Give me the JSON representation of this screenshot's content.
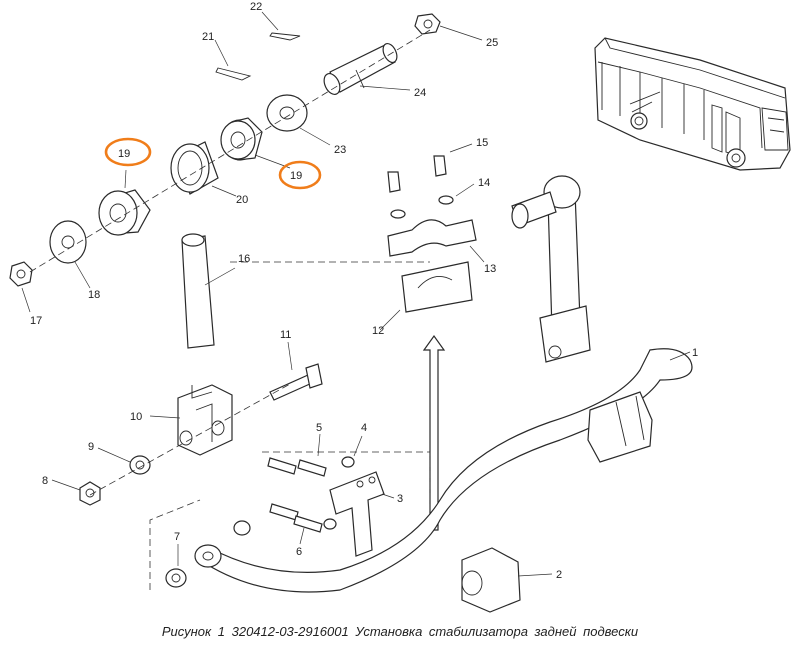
{
  "callouts": {
    "p1": "1",
    "p2": "2",
    "p3": "3",
    "p4": "4",
    "p5": "5",
    "p6": "6",
    "p7": "7",
    "p8": "8",
    "p9": "9",
    "p10": "10",
    "p11": "11",
    "p12": "12",
    "p13": "13",
    "p14": "14",
    "p15": "15",
    "p16": "16",
    "p17": "17",
    "p18": "18",
    "p19a": "19",
    "p19b": "19",
    "p20": "20",
    "p21": "21",
    "p22": "22",
    "p23": "23",
    "p24": "24",
    "p25": "25"
  },
  "caption": "Рисунок 1   320412-03-2916001 Установка стабилизатора задней подвески",
  "colors": {
    "highlight": "#f07d1a",
    "line": "#2a2a2a",
    "background": "#ffffff"
  }
}
